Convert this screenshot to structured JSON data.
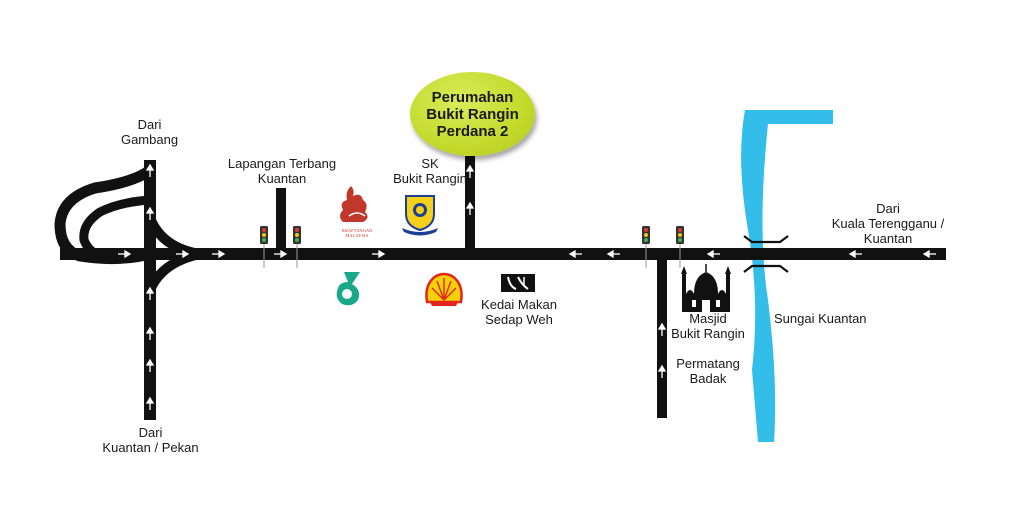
{
  "destination": {
    "lines": [
      "Perumahan",
      "Bukit Rangin",
      "Perdana 2"
    ],
    "color": "#c6dd2f"
  },
  "places": {
    "from_gambang": [
      "Dari",
      "Gambang"
    ],
    "airport": [
      "Lapangan Terbang",
      "Kuantan"
    ],
    "school": [
      "SK",
      "Bukit Rangin"
    ],
    "from_terengganu": [
      "Dari",
      "Kuala Terengganu /",
      "Kuantan"
    ],
    "restaurant": [
      "Kedai Makan",
      "Sedap Weh"
    ],
    "mosque": [
      "Masjid",
      "Bukit Rangin"
    ],
    "river": [
      "Sungai Kuantan"
    ],
    "permatang": [
      "Permatang",
      "Badak"
    ],
    "from_pekan": [
      "Dari",
      "Kuantan / Pekan"
    ]
  },
  "logos": {
    "kraftangan_text": "KRAFTANGAN MALAYSIA"
  },
  "icons": [
    "kraftangan-logo-icon",
    "school-crest-icon",
    "petronas-logo-icon",
    "shell-logo-icon",
    "restaurant-logo-icon",
    "mosque-icon",
    "traffic-light-icon",
    "bridge-icon"
  ],
  "colors": {
    "road": "#111111",
    "river": "#33bde9",
    "petronas": "#1aa88a",
    "shell_yellow": "#f6d10a",
    "shell_red": "#e2261c"
  }
}
